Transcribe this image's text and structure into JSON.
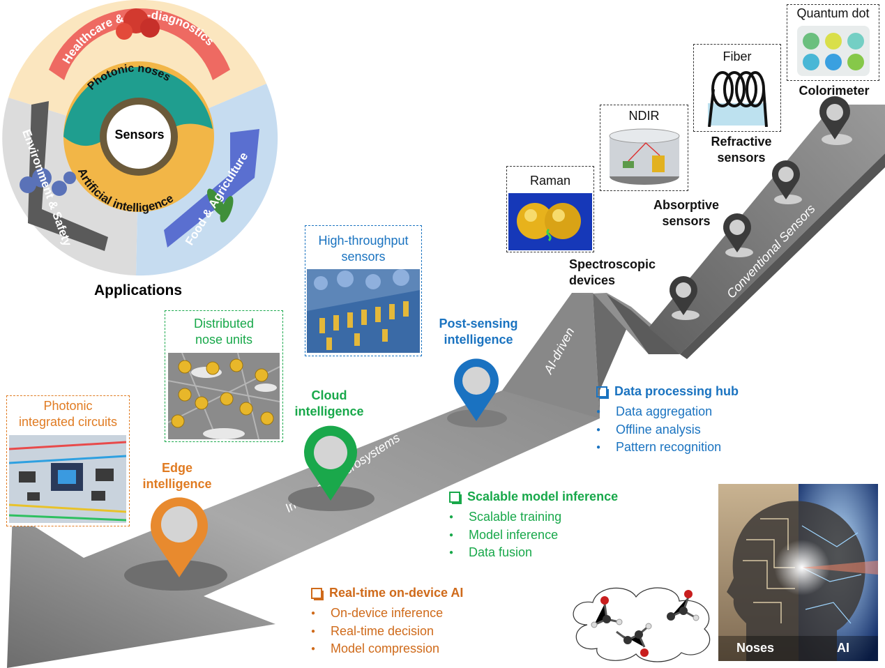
{
  "colors": {
    "edge": "#e07b22",
    "cloud": "#18a84a",
    "post": "#1a73c0",
    "road_dark": "#7a7a7a",
    "road_light": "#bdbdbd"
  },
  "applications": {
    "title": "Applications",
    "center": "Sensors",
    "ring_photonic": "Photonic noses",
    "ring_ai": "Artificial intelligence",
    "segments": [
      "Healthcare & Bio-diagnostics",
      "Food & Agriculture",
      "Environment & Safety"
    ]
  },
  "road": {
    "lower_label": "Intelligent Microsystems",
    "middle_label": "AI-driven",
    "upper_label": "Conventional Sensors"
  },
  "conventional": {
    "colorimeter": {
      "box": "Quantum dot",
      "label": "Colorimeter"
    },
    "refractive": {
      "box": "Fiber",
      "label_line1": "Refractive",
      "label_line2": "sensors"
    },
    "absorptive": {
      "box": "NDIR",
      "label_line1": "Absorptive",
      "label_line2": "sensors"
    },
    "spectroscopic": {
      "box": "Raman",
      "label_line1": "Spectroscopic",
      "label_line2": "devices"
    }
  },
  "stages": {
    "edge": {
      "line1": "Edge",
      "line2": "intelligence",
      "box_line1": "Photonic",
      "box_line2": "integrated circuits"
    },
    "cloud": {
      "line1": "Cloud",
      "line2": "intelligence",
      "box_line1": "Distributed",
      "box_line2": "nose units"
    },
    "post": {
      "line1": "Post-sensing",
      "line2": "intelligence",
      "box_line1": "High-throughput",
      "box_line2": "sensors"
    }
  },
  "lists": {
    "data_hub": {
      "title": "Data processing hub",
      "items": [
        "Data aggregation",
        "Offline analysis",
        "Pattern recognition"
      ]
    },
    "scalable": {
      "title": "Scalable model inference",
      "items": [
        "Scalable training",
        "Model inference",
        "Data fusion"
      ]
    },
    "realtime": {
      "title": "Real-time on-device AI",
      "items": [
        "On-device inference",
        "Real-time decision",
        "Model compression"
      ]
    }
  },
  "panel": {
    "left": "Noses",
    "right": "AI"
  }
}
